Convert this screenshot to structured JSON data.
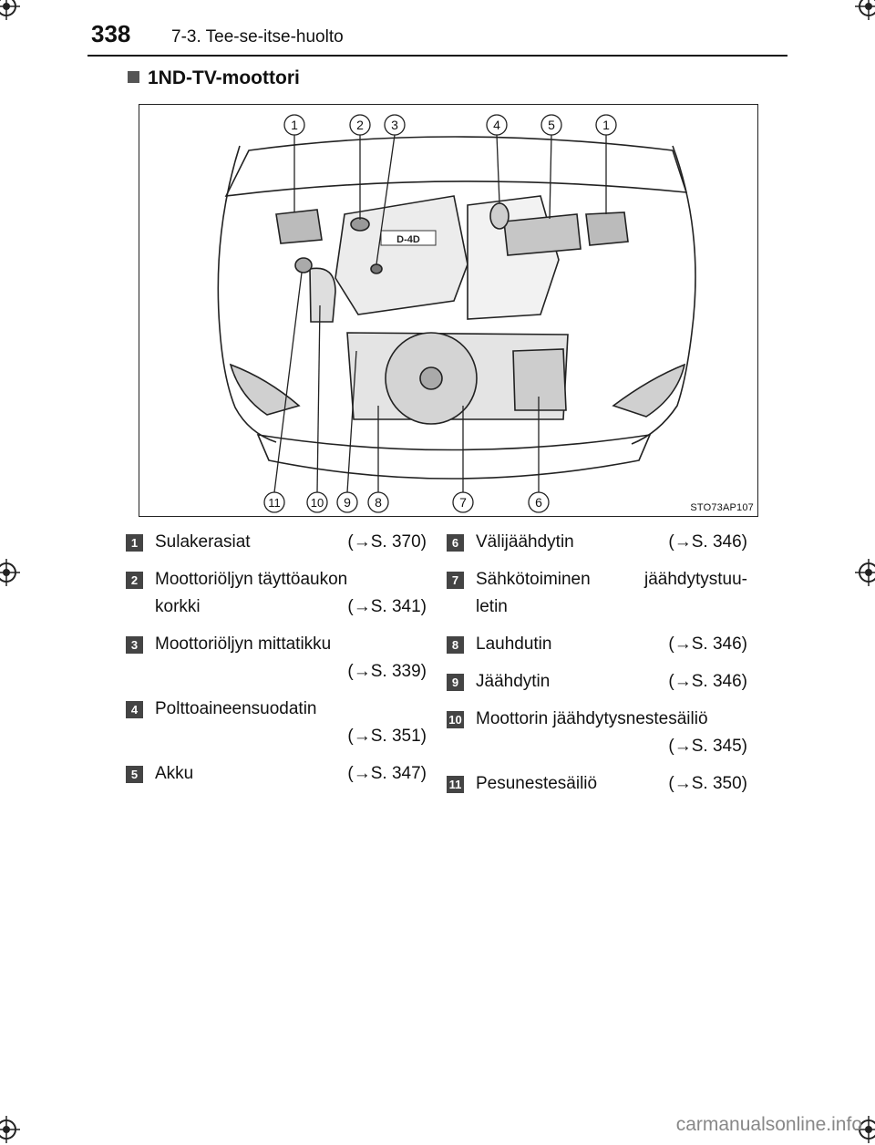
{
  "header": {
    "page_number": "338",
    "section": "7-3. Tee-se-itse-huolto"
  },
  "subheading": "1ND-TV-moottori",
  "figure": {
    "code": "STO73AP107",
    "badge_d4d": "D-4D",
    "top_callouts": [
      "1",
      "2",
      "3",
      "4",
      "5",
      "1"
    ],
    "bottom_callouts": [
      "11",
      "10",
      "9",
      "8",
      "7",
      "6"
    ]
  },
  "legend": {
    "left": [
      {
        "num": "1",
        "lines": [
          {
            "text": "Sulakerasiat",
            "ref": "(→S. 370)"
          }
        ]
      },
      {
        "num": "2",
        "lines": [
          {
            "text": "Moottoriöljyn täyttöaukon",
            "ref": ""
          },
          {
            "text": "korkki",
            "ref": "(→S. 341)"
          }
        ]
      },
      {
        "num": "3",
        "lines": [
          {
            "text": "Moottoriöljyn mittatikku",
            "ref": ""
          },
          {
            "text": "",
            "ref": "(→S. 339)"
          }
        ]
      },
      {
        "num": "4",
        "lines": [
          {
            "text": "Polttoaineensuodatin",
            "ref": ""
          },
          {
            "text": "",
            "ref": "(→S. 351)"
          }
        ]
      },
      {
        "num": "5",
        "lines": [
          {
            "text": "Akku",
            "ref": "(→S. 347)"
          }
        ]
      }
    ],
    "right": [
      {
        "num": "6",
        "lines": [
          {
            "text": "Välijäähdytin",
            "ref": "(→S. 346)"
          }
        ]
      },
      {
        "num": "7",
        "lines": [
          {
            "text": "Sähkötoiminen",
            "ref": "jäähdytystuu-"
          },
          {
            "text": "letin",
            "ref": ""
          }
        ]
      },
      {
        "num": "8",
        "lines": [
          {
            "text": "Lauhdutin",
            "ref": "(→S. 346)"
          }
        ]
      },
      {
        "num": "9",
        "lines": [
          {
            "text": "Jäähdytin",
            "ref": "(→S. 346)"
          }
        ]
      },
      {
        "num": "10",
        "lines": [
          {
            "text": "Moottorin jäähdytysnestesäiliö",
            "ref": ""
          },
          {
            "text": "",
            "ref": "(→S. 345)"
          }
        ]
      },
      {
        "num": "11",
        "lines": [
          {
            "text": "Pesunestesäiliö",
            "ref": "(→S. 350)"
          }
        ]
      }
    ]
  },
  "footer": {
    "watermark": "carmanualsonline.info"
  }
}
